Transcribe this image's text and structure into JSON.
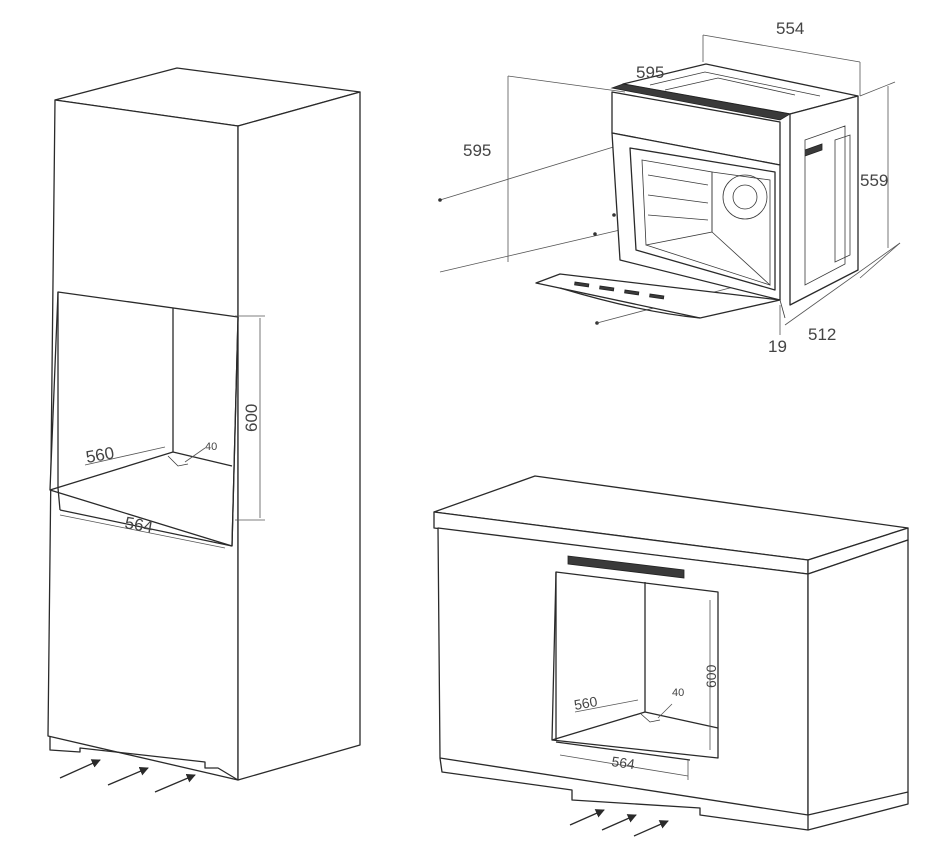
{
  "colors": {
    "line": "#2a2a2a",
    "dim": "#555555",
    "text": "#444444",
    "background": "#ffffff"
  },
  "tall_cabinet": {
    "width_inner": "560",
    "depth_step": "40",
    "height_opening": "600",
    "width_outer": "564"
  },
  "oven": {
    "depth_total": "554",
    "width": "595",
    "height": "595",
    "body_height": "559",
    "body_depth": "512",
    "front_thickness": "19"
  },
  "base_cabinet": {
    "width_inner": "560",
    "depth_step": "40",
    "height_opening": "600",
    "width_outer": "564"
  }
}
